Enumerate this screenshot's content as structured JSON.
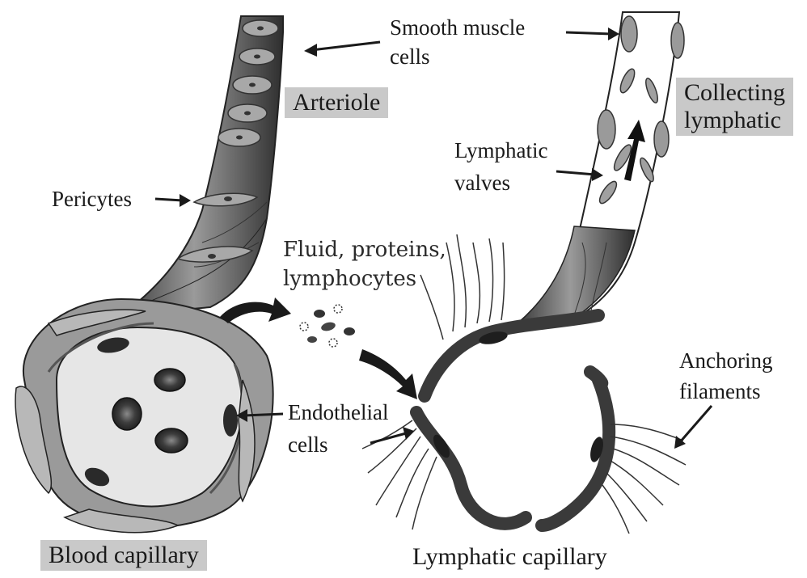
{
  "labels": {
    "smooth_muscle": "Smooth muscle",
    "smooth_muscle_2": "cells",
    "arteriole": "Arteriole",
    "collecting_1": "Collecting",
    "collecting_2": "lymphatic",
    "lymphatic_valves_1": "Lymphatic",
    "lymphatic_valves_2": "valves",
    "pericytes": "Pericytes",
    "fluid_1": "Fluid, proteins,",
    "fluid_2": "lymphocytes",
    "anchoring_1": "Anchoring",
    "anchoring_2": "filaments",
    "endothelial_1": "Endothelial",
    "endothelial_2": "cells",
    "blood_capillary": "Blood capillary",
    "lymphatic_capillary": "Lymphatic capillary"
  },
  "colors": {
    "label_box": "#c9c9c9",
    "wall_dark": "#4a4a4a",
    "wall_mid": "#8a8a8a",
    "cell_light": "#b5b5b5"
  }
}
